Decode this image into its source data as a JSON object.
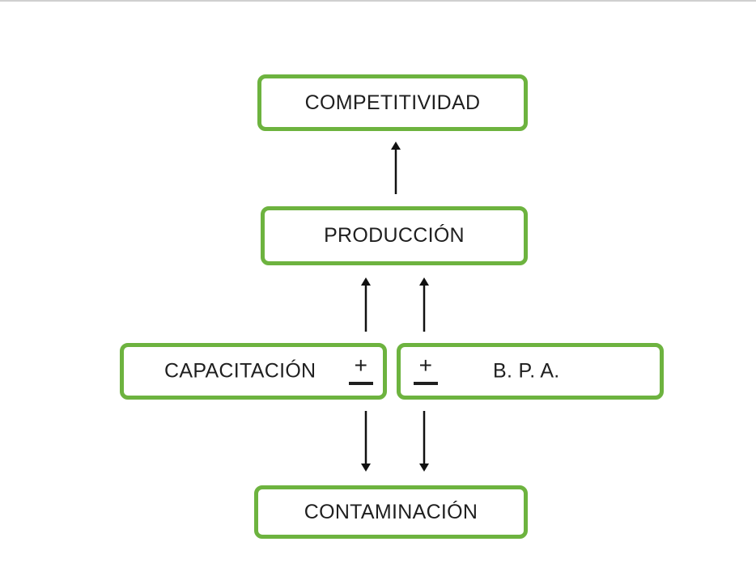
{
  "nodes": {
    "competitividad": "COMPETITIVIDAD",
    "produccion": "PRODUCCIÓN",
    "capacitacion": "CAPACITACIÓN",
    "bpa": "B. P. A.",
    "contaminacion": "CONTAMINACIÓN"
  },
  "signs": {
    "plus": "+",
    "minus": "−"
  },
  "colors": {
    "box_border": "#6db33f",
    "text": "#1f1f1f",
    "arrow": "#111111"
  },
  "edges": [
    {
      "from": "produccion",
      "to": "competitividad"
    },
    {
      "from": "capacitacion",
      "to": "produccion"
    },
    {
      "from": "bpa",
      "to": "produccion"
    },
    {
      "from": "capacitacion",
      "to": "contaminacion"
    },
    {
      "from": "bpa",
      "to": "contaminacion"
    }
  ]
}
